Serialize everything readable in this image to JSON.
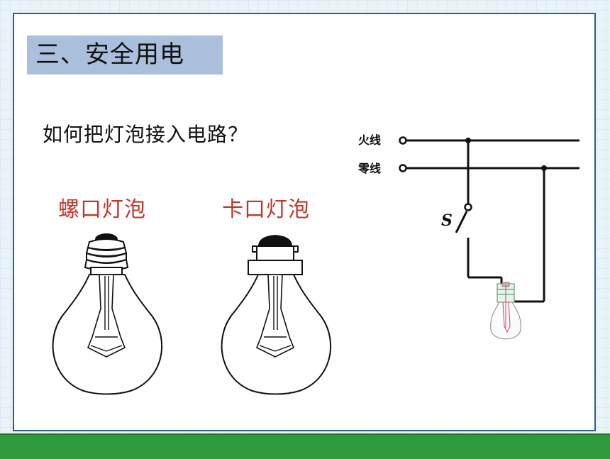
{
  "section_title": "三、安全用电",
  "question": "如何把灯泡接入电路？",
  "bulbs": {
    "screw_label": "螺口灯泡",
    "bayonet_label": "卡口灯泡"
  },
  "circuit": {
    "live_wire": "火线",
    "neutral_wire": "零线",
    "switch": "S"
  },
  "colors": {
    "title_bg": "#a9bfdc",
    "label_red": "#c0392b",
    "bottom_bar": "#2e9a3b",
    "frame": "#2f5f8f"
  }
}
